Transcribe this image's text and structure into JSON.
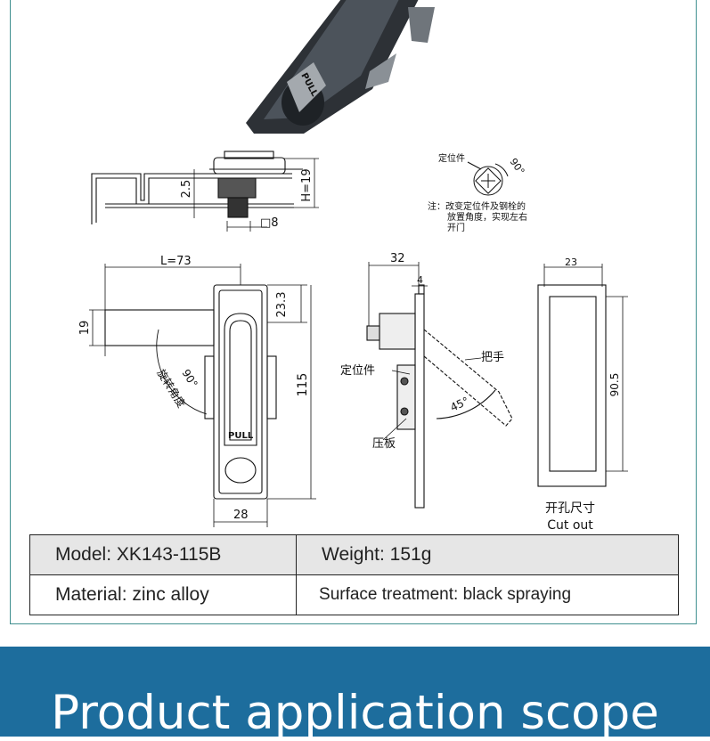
{
  "drawing": {
    "product_label": "PULL",
    "dim_2_5": "2.5",
    "dim_h19": "H=19",
    "dim_square8": "□8",
    "note_position": "定位件",
    "note_angle_small": "90°",
    "note_text": [
      "注：改变定位件及钢栓的",
      "放置角度，实现左右",
      "开门"
    ],
    "dim_L": "L=73",
    "dim_19": "19",
    "dim_23_3": "23.3",
    "dim_115": "115",
    "dim_28": "28",
    "rotation_label": "旋转角度",
    "rotation_angle": "90°",
    "dim_32": "32",
    "dim_4": "4",
    "handle_label": "把手",
    "locator_label": "定位件",
    "angle_45": "45°",
    "plate_label": "压板",
    "dim_23": "23",
    "dim_90_5": "90.5",
    "cutout_cn": "开孔尺寸",
    "cutout_en": "Cut out"
  },
  "specs": {
    "model": "Model: XK143-115B",
    "weight": "Weight: 151g",
    "material": "Material: zinc alloy",
    "surface": "Surface treatment: black spraying"
  },
  "banner": {
    "title": "Product application scope",
    "color": "#1d6d9d"
  }
}
